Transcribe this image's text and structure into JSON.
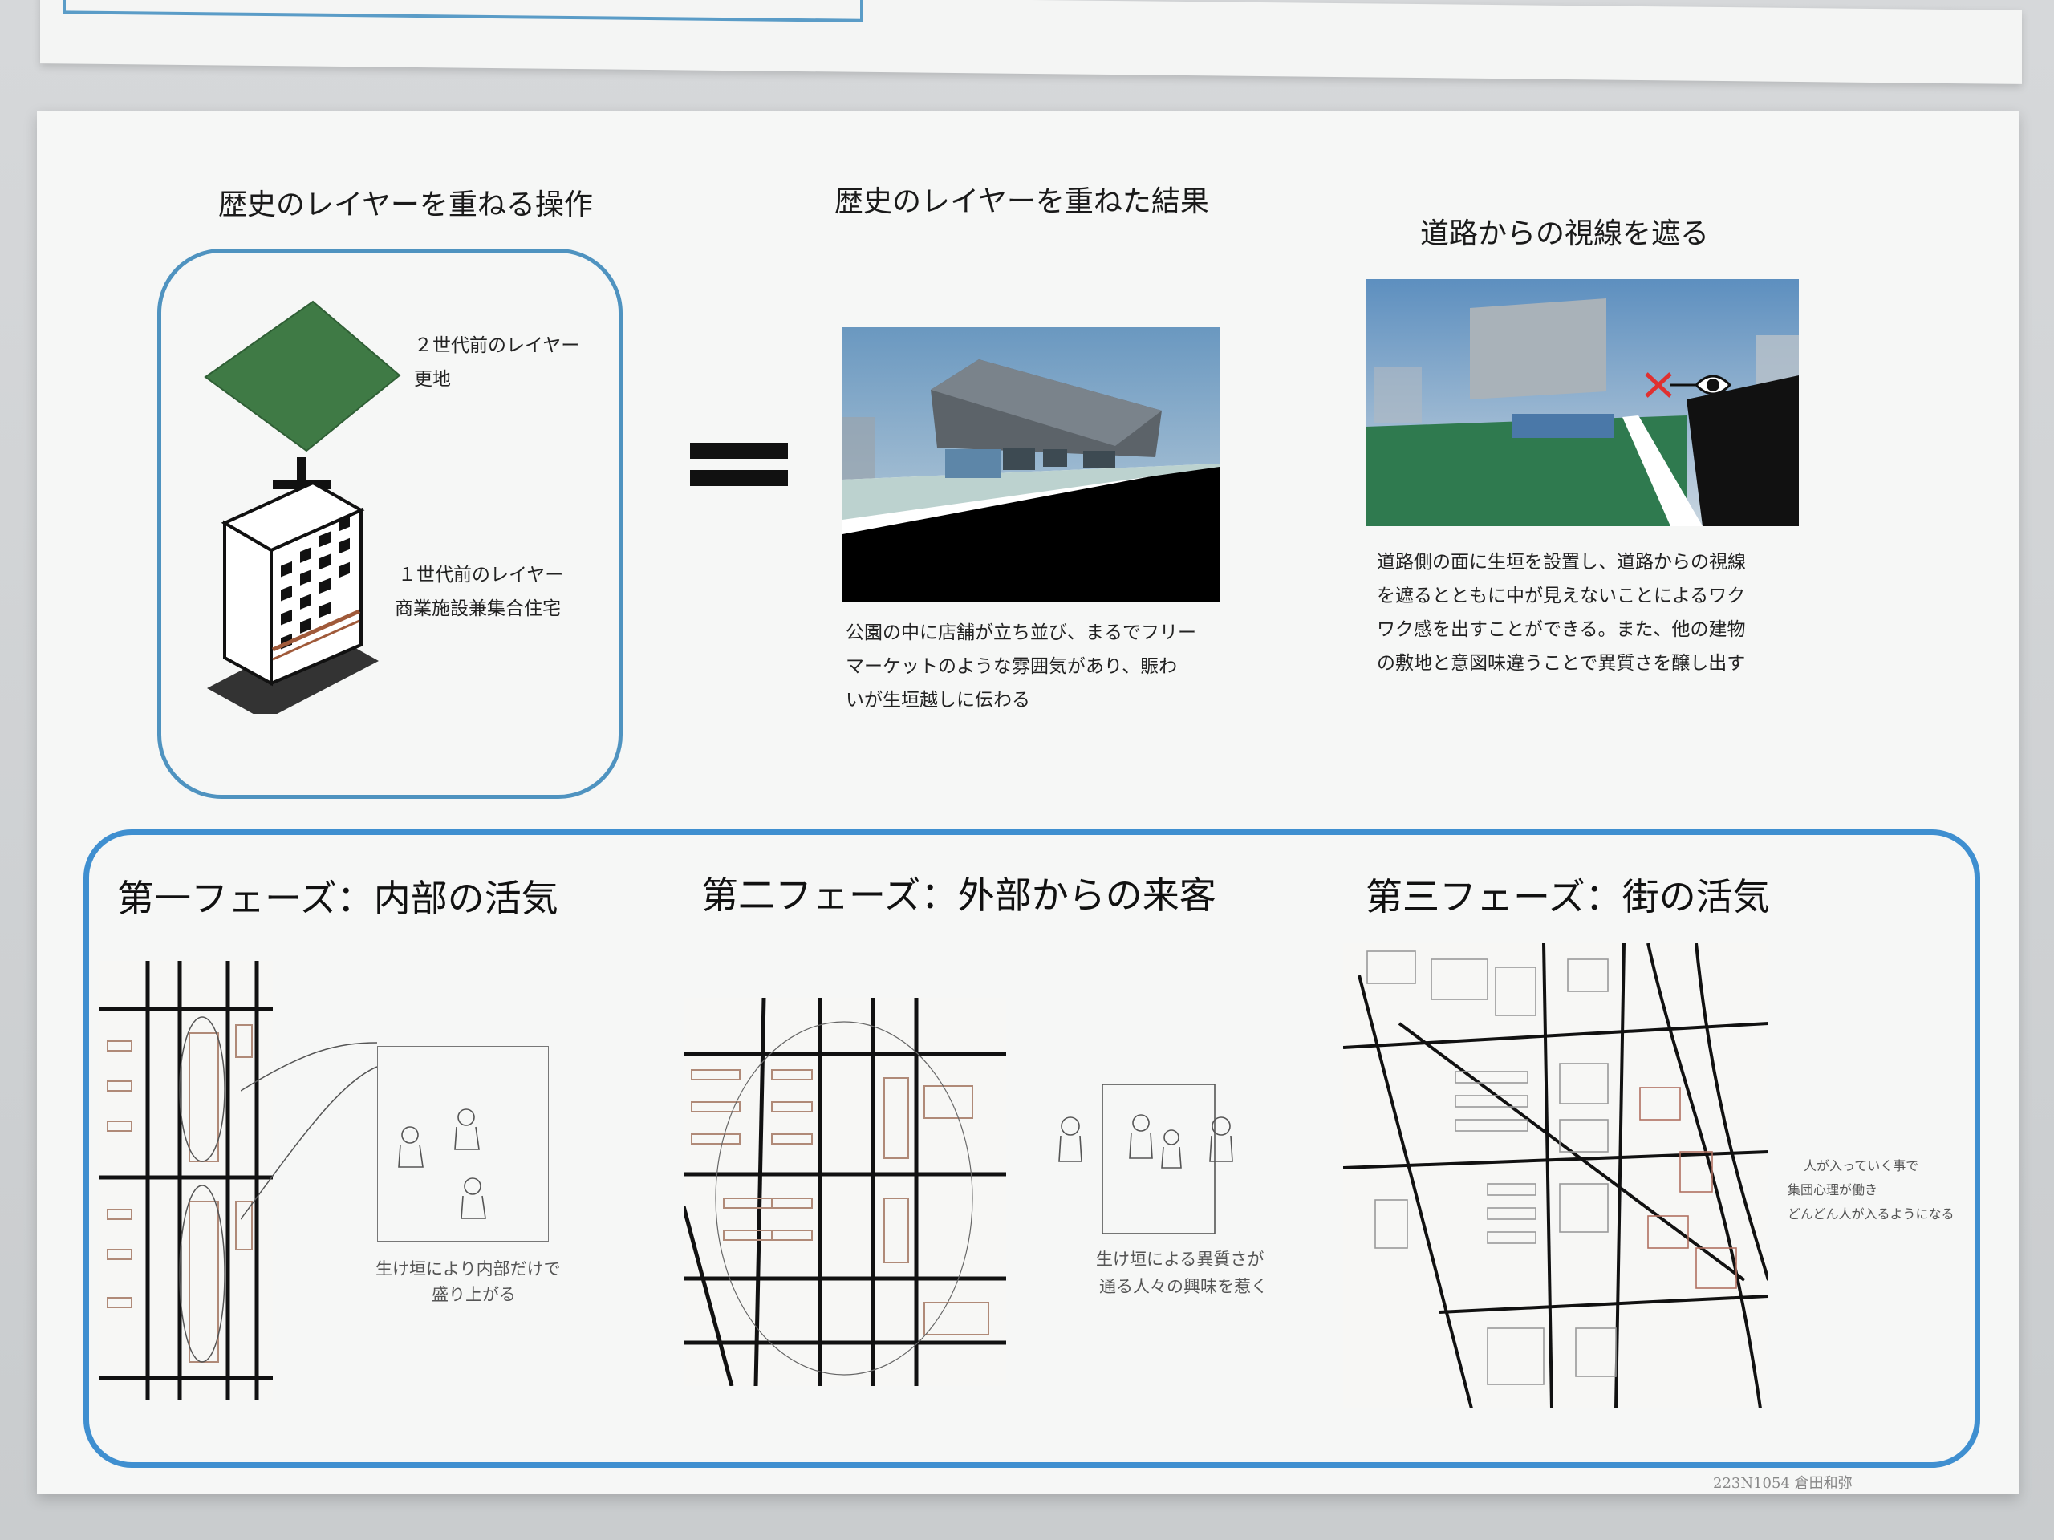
{
  "top": {
    "left_heading": "歴史のレイヤーを重ねる操作",
    "mid_heading": "歴史のレイヤーを重ねた結果",
    "right_heading": "道路からの視線を遮る",
    "layer2_line1": "２世代前のレイヤー",
    "layer2_line2": "更地",
    "layer1_line1": "１世代前のレイヤー",
    "layer1_line2": "商業施設兼集合住宅",
    "mid_caption": [
      "公園の中に店舗が立ち並び、まるでフリー",
      "マーケットのような雰囲気があり、賑わ",
      "いが生垣越しに伝わる"
    ],
    "right_caption": [
      "道路側の面に生垣を設置し、道路からの視線",
      "を遮るとともに中が見えないことによるワク",
      "ワク感を出すことができる。また、他の建物",
      "の敷地と意図味違うことで異質さを醸し出す"
    ]
  },
  "phases": {
    "p1_title": "第一フェーズ：内部の活気",
    "p2_title": "第二フェーズ：外部からの来客",
    "p3_title": "第三フェーズ：街の活気",
    "p1_note_1": "生け垣により内部だけで",
    "p1_note_2": "盛り上がる",
    "p2_note_1": "生け垣による異質さが",
    "p2_note_2": "通る人々の興味を惹く",
    "p3_note_1": "人が入っていく事で",
    "p3_note_2": "集団心理が働き",
    "p3_note_3": "どんどん人が入るようになる"
  },
  "signature": "223N1054 倉田和弥",
  "colors": {
    "frame_blue": "#4f93c0",
    "phase_blue": "#3f8fd0",
    "lawn_green": "#3f7a45",
    "sky_blue": "#6a98c0"
  }
}
